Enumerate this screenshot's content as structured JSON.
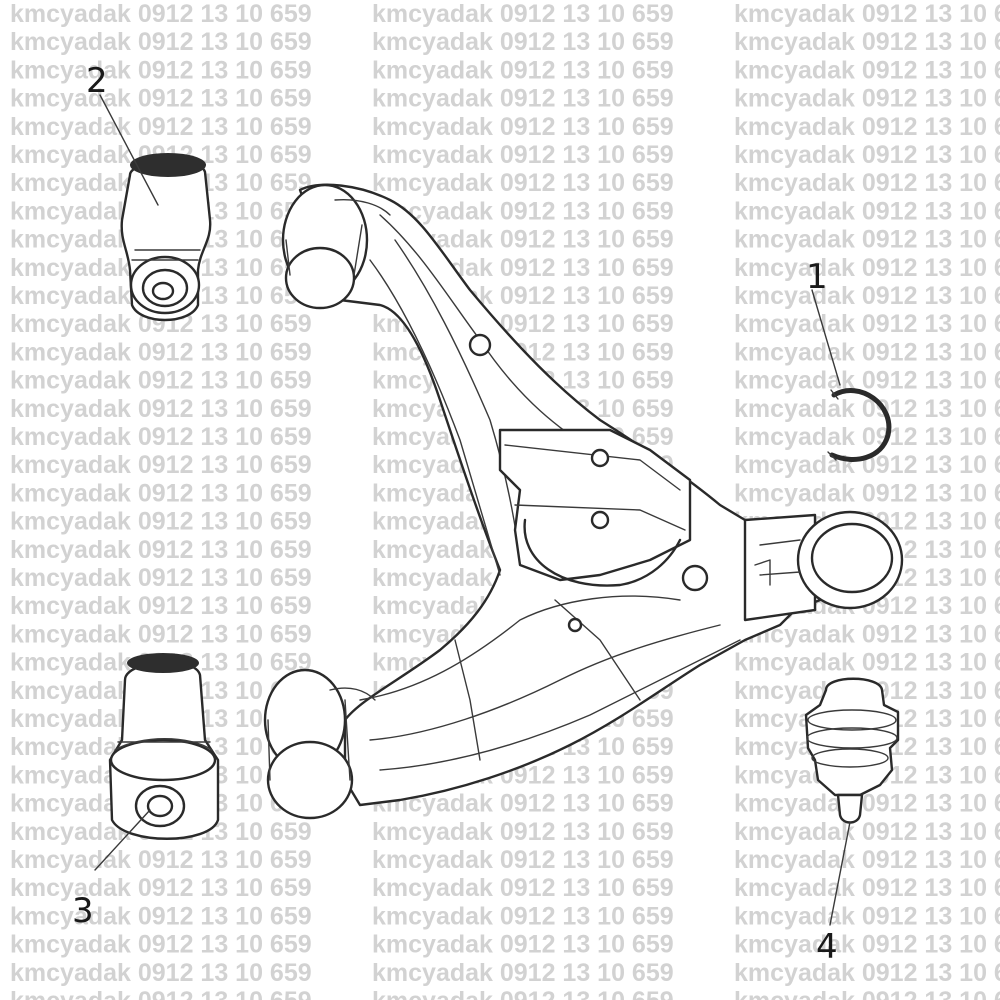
{
  "watermark": {
    "brand": "kmcyadak",
    "phone": "0912 13 10 659"
  },
  "callouts": [
    {
      "id": "1",
      "label": "1",
      "part": "snap-ring"
    },
    {
      "id": "2",
      "label": "2",
      "part": "front-bushing"
    },
    {
      "id": "3",
      "label": "3",
      "part": "rear-bushing"
    },
    {
      "id": "4",
      "label": "4",
      "part": "ball-joint"
    }
  ],
  "colors": {
    "line": "#2a2a2a",
    "watermark": "#d2d2d2",
    "background": "#ffffff"
  }
}
